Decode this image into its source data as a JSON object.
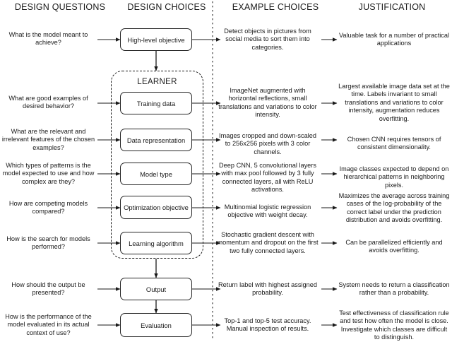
{
  "headers": {
    "questions": "DESIGN QUESTIONS",
    "choices": "DESIGN CHOICES",
    "examples": "EXAMPLE CHOICES",
    "justification": "JUSTIFICATION"
  },
  "learner": {
    "label": "LEARNER"
  },
  "rows": [
    {
      "question": "What is the model meant to achieve?",
      "choice": "High-level objective",
      "example": "Detect objects in pictures from social media to sort them into categories.",
      "justification": "Valuable task for a number of practical applications"
    },
    {
      "question": "What are good examples of desired behavior?",
      "choice": "Training data",
      "example": "ImageNet augmented with horizontal reflections, small translations and variations to color intensity.",
      "justification": "Largest available image data set at the time. Labels invariant to small translations and variations to color intensity, augmentation reduces overfitting."
    },
    {
      "question": "What are the relevant and irrelevant features of the chosen examples?",
      "choice": "Data representation",
      "example": "Images cropped and down-scaled to 256x256 pixels with 3 color channels.",
      "justification": "Chosen CNN requires tensors of consistent dimensionality."
    },
    {
      "question": "Which types of patterns is the model expected to use and how complex are they?",
      "choice": "Model type",
      "example": "Deep CNN, 5 convolutional layers with max pool followed by 3 fully connected layers, all with ReLU activations.",
      "justification": "Image classes expected to depend on hierarchical patterns in neighboring pixels."
    },
    {
      "question": "How are competing models compared?",
      "choice": "Optimization objective",
      "example": "Multinomial logistic regression objective with weight decay.",
      "justification": "Maximizes the average across training cases of the log-probability of the correct label under the prediction distribution and avoids overfitting."
    },
    {
      "question": "How is the search for models performed?",
      "choice": "Learning algorithm",
      "example": "Stochastic gradient descent with momentum and dropout on the first two fully connected layers.",
      "justification": "Can be parallelized efficiently and avoids overfitting."
    },
    {
      "question": "How should the output be presented?",
      "choice": "Output",
      "example": "Return label with highest assigned probability.",
      "justification": "System needs to return a classification rather than a probability."
    },
    {
      "question": "How is the performance of the model evaluated in its actual context of use?",
      "choice": "Evaluation",
      "example": "Top-1 and top-5 test accuracy. Manual inspection of results.",
      "justification": "Test effectiveness of classification rule and test how often the model is close. Investigate which classes are difficult to distinguish."
    }
  ],
  "colors": {
    "ink": "#1a1a1a",
    "box_border": "#262626",
    "background": "#ffffff",
    "divider": "#808080"
  }
}
